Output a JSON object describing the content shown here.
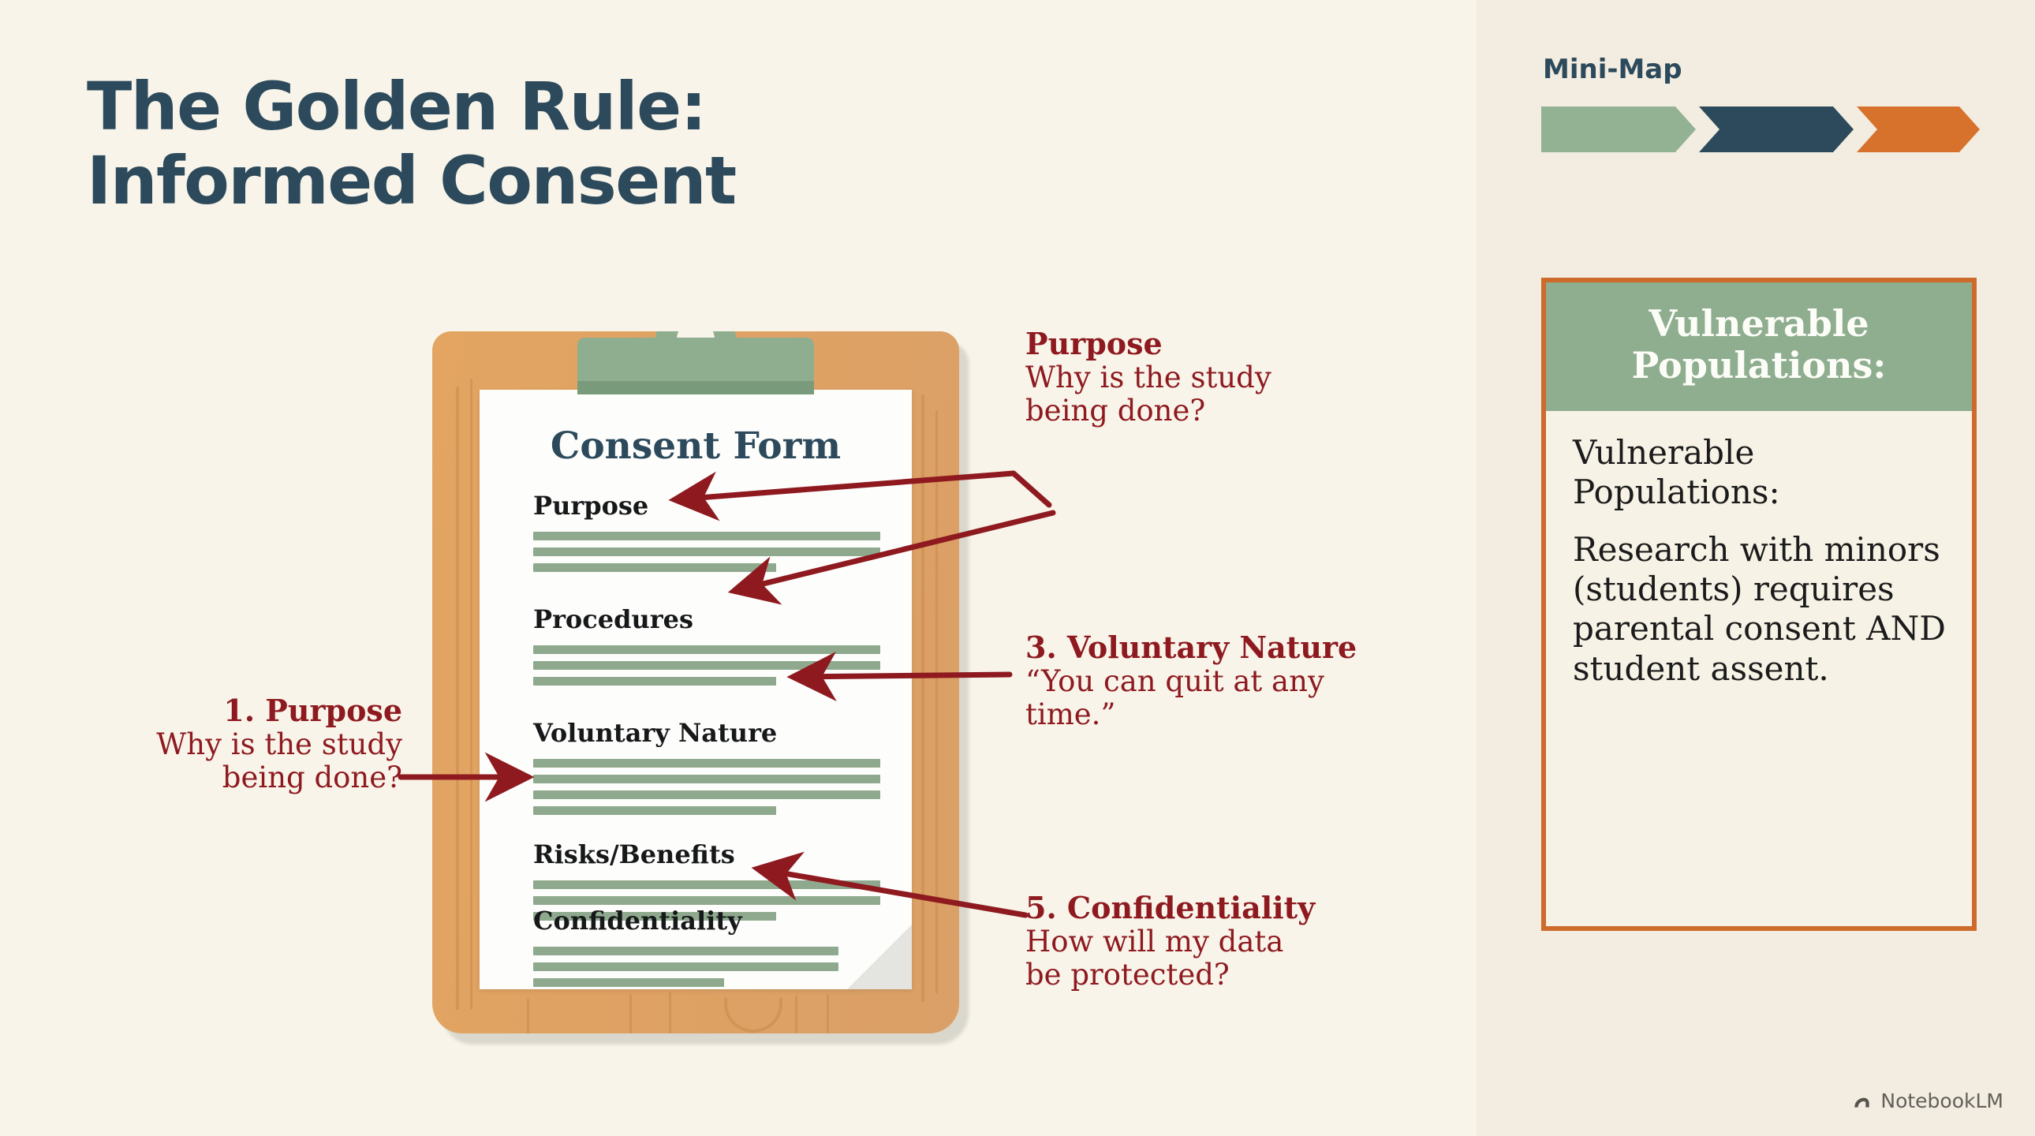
{
  "slide": {
    "title": "The Golden Rule:\nInformed Consent",
    "background_color": "#f8f4e9",
    "panel_background_color": "#f2ede0"
  },
  "clipboard": {
    "form_title": "Consent Form",
    "sections": [
      {
        "heading": "Purpose",
        "lines": 3
      },
      {
        "heading": "Procedures",
        "lines": 3
      },
      {
        "heading": "Voluntary Nature",
        "lines": 4
      },
      {
        "heading": "Risks/Benefits",
        "lines": 3
      },
      {
        "heading": "Confidentiality",
        "lines": 3
      }
    ],
    "board_color": "#e0a263",
    "clip_color": "#8fae90",
    "paper_color": "#fdfdfb",
    "rule_color": "#8fa98e"
  },
  "callouts": {
    "accent_color": "#8e1a20",
    "purpose_left": {
      "title": "1. Purpose",
      "body": "Why is the study\nbeing done?"
    },
    "purpose": {
      "title": "Purpose",
      "body": "Why is the study\nbeing done?"
    },
    "voluntary": {
      "title": "3. Voluntary Nature",
      "body": "“You can quit at any\ntime.”"
    },
    "confidentiality": {
      "title": "5. Confidentiality",
      "body": "How will my data\nbe protected?"
    }
  },
  "minimap": {
    "label": "Mini-Map",
    "segments": [
      {
        "name": "segment-1",
        "color": "#93b294"
      },
      {
        "name": "segment-2",
        "color": "#2d4a5c"
      },
      {
        "name": "segment-3",
        "color": "#d7722c"
      }
    ]
  },
  "side_card": {
    "header": "Vulnerable\nPopulations:",
    "paragraphs": [
      "Vulnerable Populations:",
      "Research with minors (students) requires parental consent AND student assent."
    ],
    "border_color": "#cc6b2c",
    "header_bg": "#8fae90"
  },
  "watermark": {
    "label": "NotebookLM",
    "icon": "notebooklm-icon"
  }
}
